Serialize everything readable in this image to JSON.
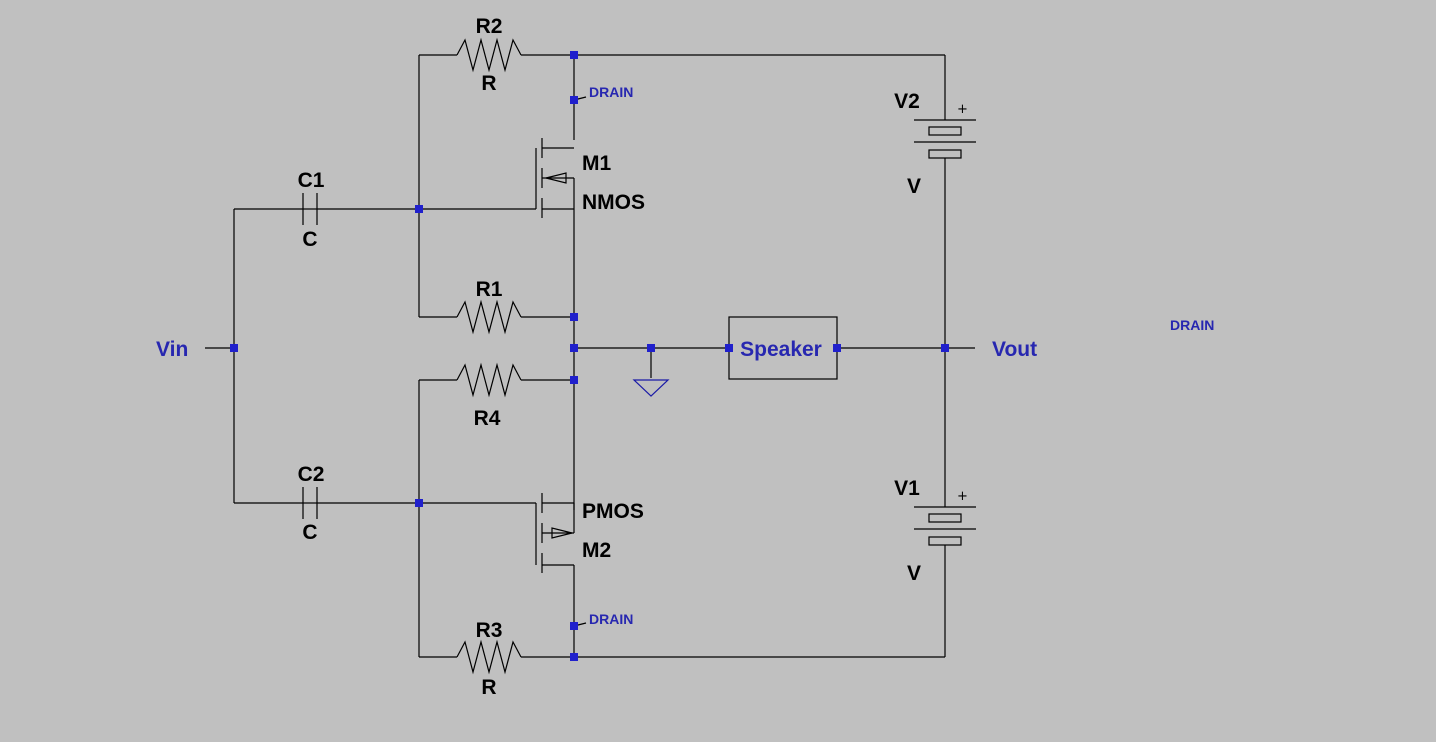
{
  "schematic": {
    "components": {
      "R1": {
        "ref": "R1"
      },
      "R2": {
        "ref": "R2",
        "value": "R"
      },
      "R3": {
        "ref": "R3",
        "value": "R"
      },
      "R4": {
        "ref": "R4"
      },
      "C1": {
        "ref": "C1",
        "value": "C"
      },
      "C2": {
        "ref": "C2",
        "value": "C"
      },
      "M1": {
        "ref": "M1",
        "model": "NMOS"
      },
      "M2": {
        "ref": "M2",
        "model": "PMOS"
      },
      "V1": {
        "ref": "V1",
        "value": "V",
        "polarity": "+"
      },
      "V2": {
        "ref": "V2",
        "value": "V",
        "polarity": "+"
      },
      "speaker": {
        "label": "Speaker"
      }
    },
    "nets": {
      "vin": "Vin",
      "vout": "Vout",
      "drain_top": "DRAIN",
      "drain_bottom": "DRAIN",
      "drain_floating": "DRAIN"
    },
    "colors": {
      "background": "#c0c0c0",
      "wire": "#000000",
      "node": "#2020cc",
      "net_label": "#2727b0"
    }
  }
}
